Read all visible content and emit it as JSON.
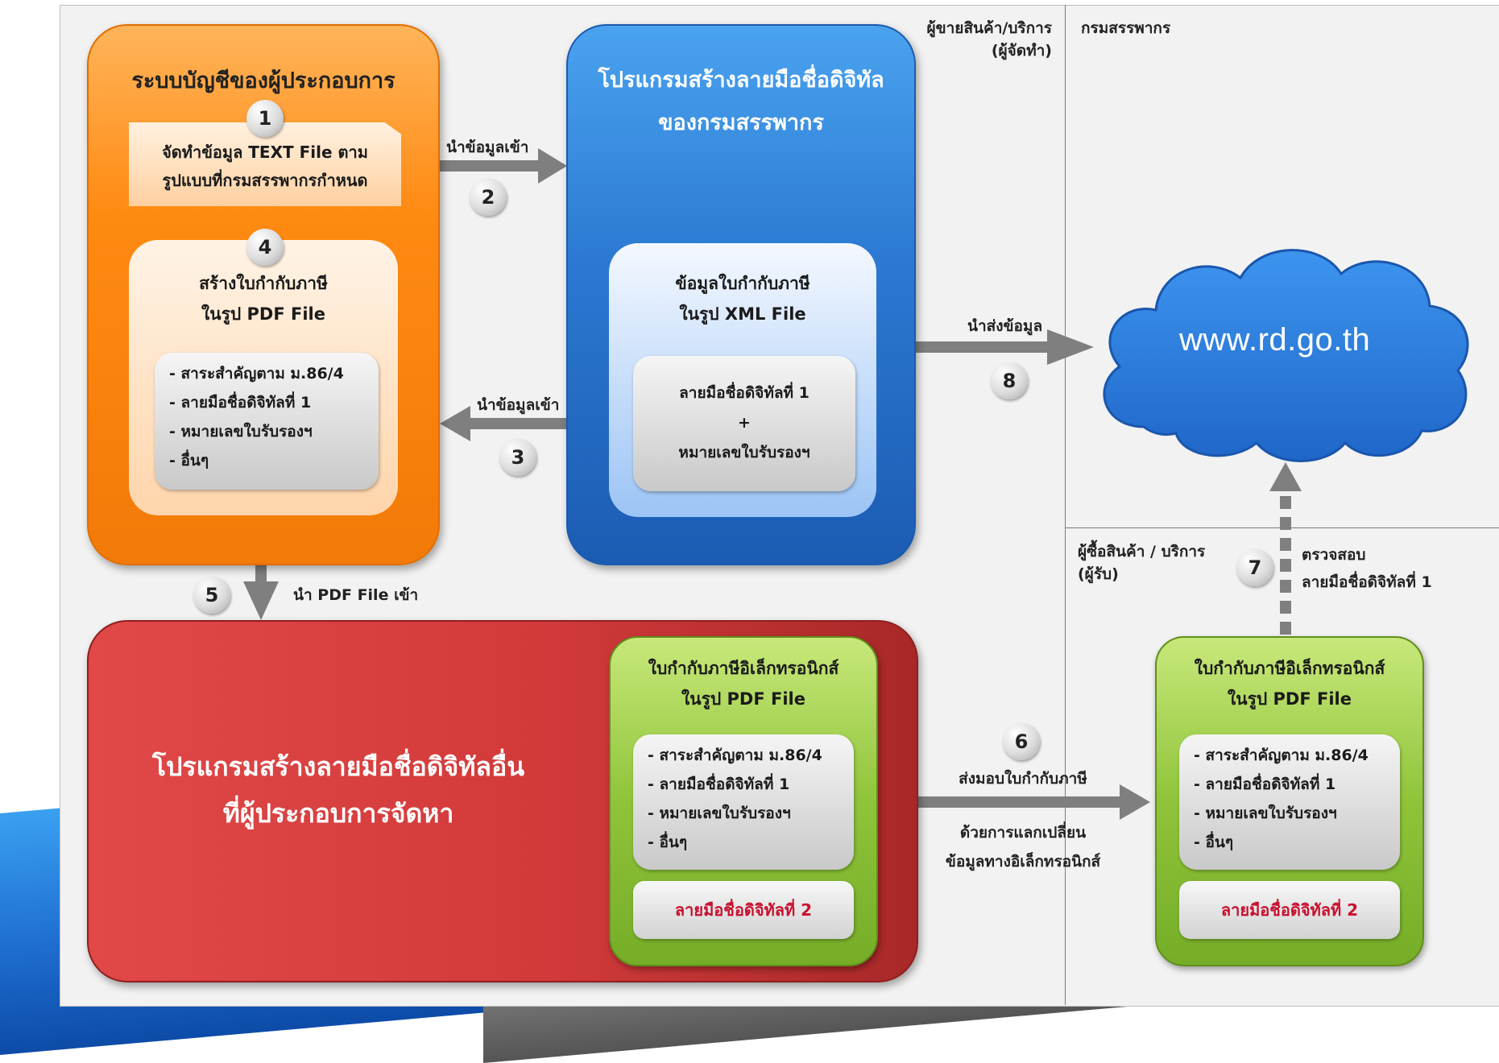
{
  "sections": {
    "seller": [
      "ผู้ขายสินค้า/บริการ",
      "(ผู้จัดทำ)"
    ],
    "revenue_dept": "กรมสรรพากร",
    "buyer": [
      "ผู้ซื้อสินค้า / บริการ",
      "(ผู้รับ)"
    ]
  },
  "orange_box": {
    "title": "ระบบบัญชีของผู้ประกอบการ",
    "doc_lines": [
      "จัดทำข้อมูล TEXT File ตาม",
      "รูปแบบที่กรมสรรพากรกำหนด"
    ],
    "pdf_title": [
      "สร้างใบกำกับภาษี",
      "ในรูป PDF File"
    ],
    "pdf_items": [
      "- สาระสำคัญตาม ม.86/4",
      "- ลายมือชื่อดิจิทัลที่ 1",
      "- หมายเลขใบรับรองฯ",
      "- อื่นๆ"
    ]
  },
  "blue_box": {
    "title": [
      "โปรแกรมสร้างลายมือชื่อดิจิทัล",
      "ของกรมสรรพากร"
    ],
    "xml_title": [
      "ข้อมูลใบกำกับภาษี",
      "ในรูป XML File"
    ],
    "xml_items": [
      "ลายมือชื่อดิจิทัลที่ 1",
      "+",
      "หมายเลขใบรับรองฯ"
    ]
  },
  "red_box": {
    "title": [
      "โปรแกรมสร้างลายมือชื่อดิจิทัลอื่น",
      "ที่ผู้ประกอบการจัดหา"
    ]
  },
  "green_left": {
    "title": [
      "ใบกำกับภาษีอิเล็กทรอนิกส์",
      "ในรูป PDF File"
    ],
    "items": [
      "- สาระสำคัญตาม ม.86/4",
      "- ลายมือชื่อดิจิทัลที่ 1",
      "- หมายเลขใบรับรองฯ",
      "- อื่นๆ"
    ],
    "sig": "ลายมือชื่อดิจิทัลที่ 2"
  },
  "green_right": {
    "title": [
      "ใบกำกับภาษีอิเล็กทรอนิกส์",
      "ในรูป PDF File"
    ],
    "items": [
      "- สาระสำคัญตาม ม.86/4",
      "- ลายมือชื่อดิจิทัลที่ 1",
      "- หมายเลขใบรับรองฯ",
      "- อื่นๆ"
    ],
    "sig": "ลายมือชื่อดิจิทัลที่ 2"
  },
  "cloud": {
    "url": "www.rd.go.th"
  },
  "steps": [
    "1",
    "2",
    "3",
    "4",
    "5",
    "6",
    "7",
    "8"
  ],
  "labels": {
    "import_2": "นำข้อมูลเข้า",
    "import_3": "นำข้อมูลเข้า",
    "import_pdf_5": "นำ PDF File เข้า",
    "send_8": "นำส่งข้อมูล",
    "deliver_6": [
      "ส่งมอบใบกำกับภาษี",
      "ด้วยการแลกเปลี่ยน",
      "ข้อมูลทางอิเล็กทรอนิกส์"
    ],
    "verify_7": [
      "ตรวจสอบ",
      "ลายมือชื่อดิจิทัลที่ 1"
    ]
  },
  "colors": {
    "orange": "#f27a08",
    "blue": "#2b78d2",
    "red": "#d23a3a",
    "green": "#8fc43a",
    "cloud": "#2a7ee0",
    "arrow": "#7f7f7f",
    "sig_red": "#c8102e"
  }
}
